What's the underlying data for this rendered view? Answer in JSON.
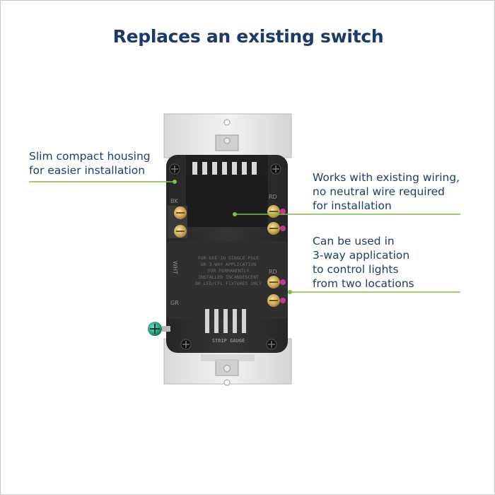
{
  "title": "Replaces an existing switch",
  "callouts": [
    {
      "lines": [
        "Slim compact housing",
        "for easier installation"
      ]
    },
    {
      "lines": [
        "Works with existing wiring,",
        "no neutral wire required",
        "for installation"
      ]
    },
    {
      "lines": [
        "Can be used in",
        "3-way application",
        "to control lights",
        "from two locations"
      ]
    }
  ],
  "device": {
    "terminal_labels": [
      "BK",
      "RD",
      "RD",
      "GR"
    ],
    "side_label": "WHT",
    "body_text": [
      "FOR USE IN SINGLE POLE",
      "OR 3-WAY APPLICATION",
      "FOR PERMANENTLY",
      "INSTALLED INCANDESCENT",
      "OR LED/CFL FIXTURES ONLY"
    ],
    "strip_gauge_label": "STRIP GAUGE"
  },
  "colors": {
    "title": "#1b3a6b",
    "text": "#1f3d6d",
    "leader_line": "#7cc242",
    "housing": "#2e2e2f",
    "strap": "#e6e6e6"
  }
}
